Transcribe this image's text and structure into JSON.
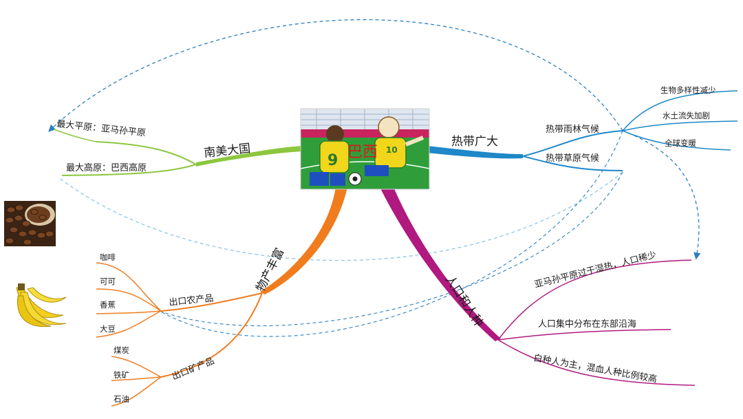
{
  "center": {
    "label": "巴西",
    "jersey_left": "9",
    "jersey_right": "10"
  },
  "branches": {
    "south_america": {
      "label": "南美大国",
      "color": "#8cc63f",
      "children": [
        "最大平原：亚马孙平原",
        "最大高原：巴西高原"
      ]
    },
    "tropical": {
      "label": "热带广大",
      "color": "#1e88c8",
      "children": [
        "热带雨林气候",
        "热带草原气候"
      ],
      "rainforest_children": [
        "生物多样性减少",
        "水土流失加剧",
        "全球变暖"
      ]
    },
    "products": {
      "label": "物产丰富",
      "color": "#f07c1e",
      "agri": {
        "label": "出口农产品",
        "items": [
          "咖啡",
          "可可",
          "香蕉",
          "大豆"
        ]
      },
      "mineral": {
        "label": "出口矿产品",
        "items": [
          "煤炭",
          "铁矿",
          "石油"
        ]
      }
    },
    "population": {
      "label": "人口和人种",
      "color": "#b0197f",
      "children": [
        "亚马孙平原过于湿热，人口稀少",
        "人口集中分布在东部沿海",
        "白种人为主，混血人种比例较高"
      ]
    }
  },
  "colors": {
    "dashed_link": "#2a7fc1",
    "dashed_link_light": "#8ec6e6",
    "field": "#2f9e3a",
    "jersey": "#f2d61b"
  },
  "icons": [
    "coffee-beans-image",
    "bananas-image",
    "soccer-ball-icon"
  ]
}
